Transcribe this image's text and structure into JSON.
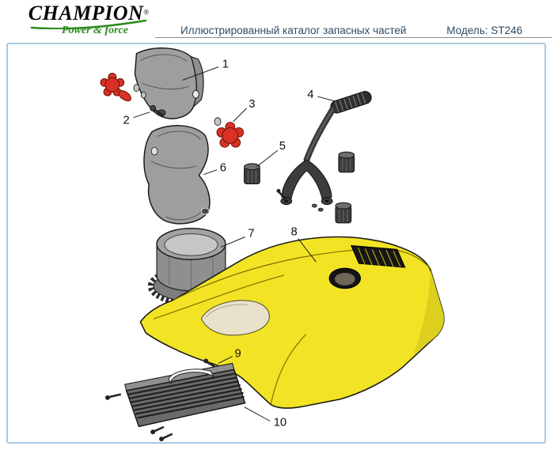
{
  "header": {
    "brand": "CHAMPION",
    "registered_mark": "®",
    "tagline": "Power & force",
    "title": "Иллюстрированный каталог запасных частей",
    "model_label": "Модель: ST246"
  },
  "diagram": {
    "callouts": [
      "1",
      "2",
      "3",
      "4",
      "5",
      "6",
      "7",
      "8",
      "9",
      "10"
    ],
    "colors": {
      "part_red": "#d93125",
      "part_yellow": "#f2e424",
      "part_yellow_shade": "#ddcf1e",
      "part_gray": "#9e9e9e",
      "part_gray_dark": "#8f8f8f",
      "part_dark": "#3c3c3c",
      "cream": "#e9e1c9",
      "outline": "#1c1c1c",
      "border_blue": "#a9c9e2",
      "header_text": "#2e4a63",
      "brand_green": "#2e8b1e",
      "divider_gray": "#8c8c8c"
    }
  }
}
